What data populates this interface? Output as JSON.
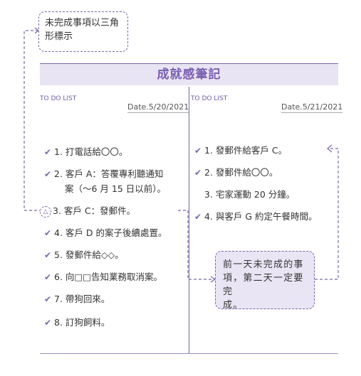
{
  "note_top": {
    "line1": "未完成事項以三角",
    "line2": "形標示"
  },
  "title": "成就感筆記",
  "left": {
    "todo_label": "TO DO LIST",
    "date": "Date.5/20/2021",
    "items": [
      {
        "mark": "check",
        "text": "1. 打電話給〇〇。"
      },
      {
        "mark": "check",
        "text": "2. 客戶 A：答覆專利聽通知",
        "cont": "案（～6 月 15 日以前）。"
      },
      {
        "mark": "triangle",
        "text": "3. 客戶 C：發郵件。"
      },
      {
        "mark": "check",
        "text": "4. 客戶 D 的案子後續處置。"
      },
      {
        "mark": "check",
        "text": "5. 發郵件給◇◇。"
      },
      {
        "mark": "check",
        "text": "6. 向□□告知業務取消案。"
      },
      {
        "mark": "check",
        "text": "7. 帶狗回來。"
      },
      {
        "mark": "check",
        "text": "8. 訂狗飼料。"
      }
    ]
  },
  "right": {
    "todo_label": "TO DO LIST",
    "date": "Date.5/21/2021",
    "items": [
      {
        "mark": "check",
        "text": "1. 發郵件給客戶 C。"
      },
      {
        "mark": "check",
        "text": "2. 發郵件給〇〇。"
      },
      {
        "mark": "none",
        "text": "3. 宅家運動 20 分鐘。"
      },
      {
        "mark": "check",
        "text": "4. 與客戶 G 約定午餐時間。"
      }
    ]
  },
  "note_bottom": {
    "line1": "前一天未完成的事",
    "line2": "項，第二天一定要完",
    "line3": "成。"
  },
  "colors": {
    "accent": "#7a66a8",
    "banner_bg": "#e9e4f3",
    "note_bg": "#eae5f4",
    "title": "#7a5fb0"
  },
  "icons": {
    "check": "check-circle-icon",
    "triangle": "triangle-circle-icon"
  }
}
